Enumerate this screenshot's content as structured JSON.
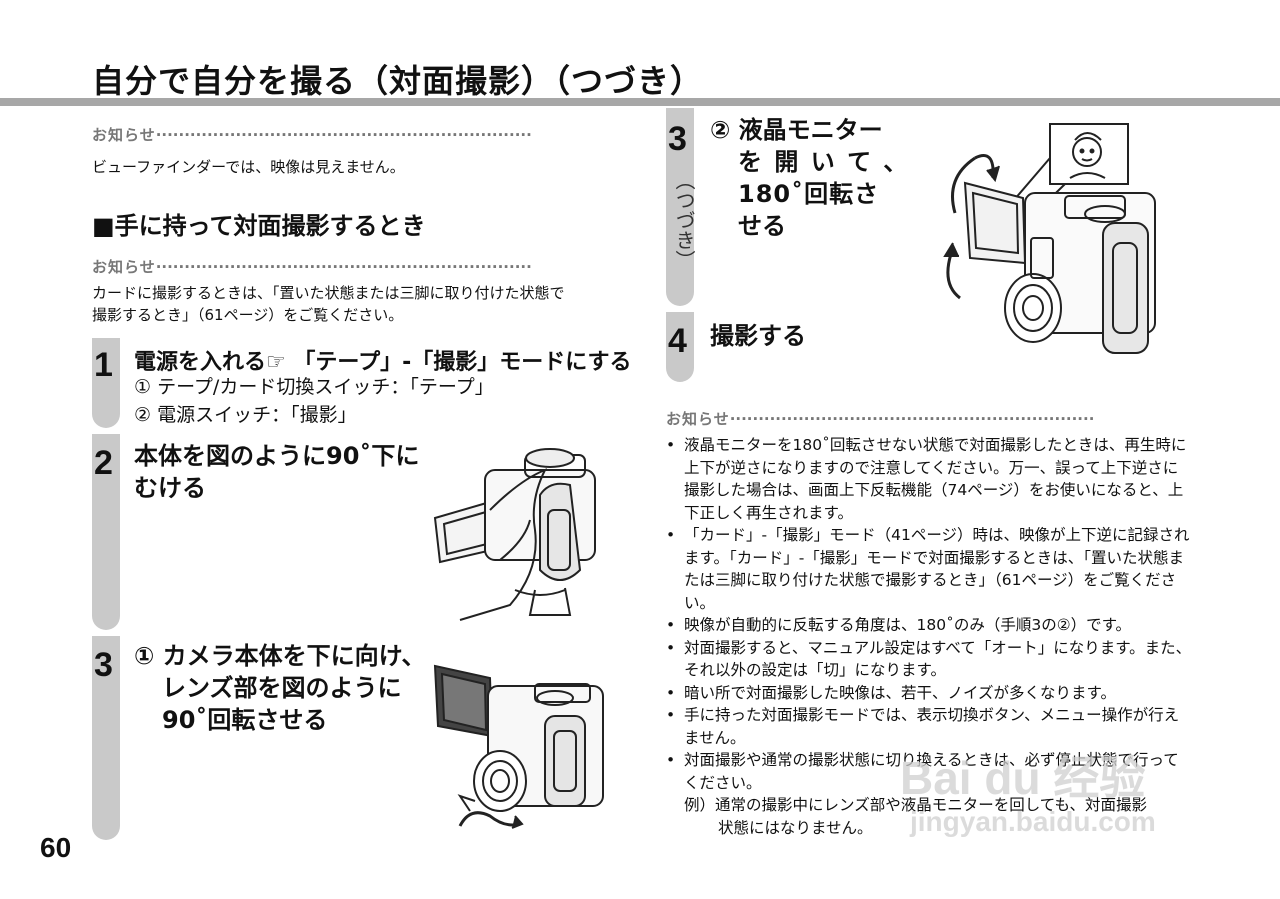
{
  "page": {
    "title": "自分で自分を撮る（対面撮影）（つづき）",
    "page_number": "60"
  },
  "left": {
    "notice1_label": "お知らせ",
    "notice1_text": "ビューファインダーでは、映像は見えません。",
    "section_heading": "■手に持って対面撮影するとき",
    "notice2_label": "お知らせ",
    "notice2_line1": "カードに撮影するときは、「置いた状態または三脚に取り付けた状態で",
    "notice2_line2": "撮影するとき」（61ページ）をご覧ください。",
    "step1": {
      "num": "1",
      "title_a": "電源を入れる",
      "title_icon": "☞",
      "title_b": "「テープ」-「撮影」モードにする",
      "sub1": "① テープ/カード切換スイッチ：「テープ」",
      "sub2": "② 電源スイッチ：「撮影」"
    },
    "step2": {
      "num": "2",
      "line1": "本体を図のように90˚下に",
      "line2": "むける"
    },
    "step3": {
      "num": "3",
      "line1": "① カメラ本体を下に向け、",
      "line2": "レンズ部を図のように",
      "line3": "90˚回転させる"
    }
  },
  "right": {
    "step3b": {
      "num": "3",
      "vertical": "（つづき）",
      "line1": "② 液晶モニター",
      "line2": "を 開 い て 、",
      "line3": "180˚回転さ",
      "line4": "せる"
    },
    "step4": {
      "num": "4",
      "line1": "撮影する"
    },
    "notice_label": "お知らせ",
    "notes": [
      "液晶モニターを180˚回転させない状態で対面撮影したときは、再生時に上下が逆さになりますので注意してください。万一、誤って上下逆さに撮影した場合は、画面上下反転機能（74ページ）をお使いになると、上下正しく再生されます。",
      "「カード」-「撮影」モード（41ページ）時は、映像が上下逆に記録されます。「カード」-「撮影」モードで対面撮影するときは、「置いた状態または三脚に取り付けた状態で撮影するとき」（61ページ）をご覧ください。",
      "映像が自動的に反転する角度は、180˚のみ（手順3の②）です。",
      "対面撮影すると、マニュアル設定はすべて「オート」になります。また、それ以外の設定は「切」になります。",
      "暗い所で対面撮影した映像は、若干、ノイズが多くなります。",
      "手に持った対面撮影モードでは、表示切換ボタン、メニュー操作が行えません。",
      "対面撮影や通常の撮影状態に切り換えるときは、必ず停止状態で行ってください。"
    ],
    "example_line1": "例）通常の撮影中にレンズ部や液晶モニターを回しても、対面撮影",
    "example_line2": "状態にはなりません。"
  },
  "watermark": {
    "brand": "Bai du 经验",
    "url": "jingyan.baidu.com"
  },
  "colors": {
    "rule": "#a7a7a7",
    "bar": "#c9c9c9",
    "notice": "#777777"
  }
}
